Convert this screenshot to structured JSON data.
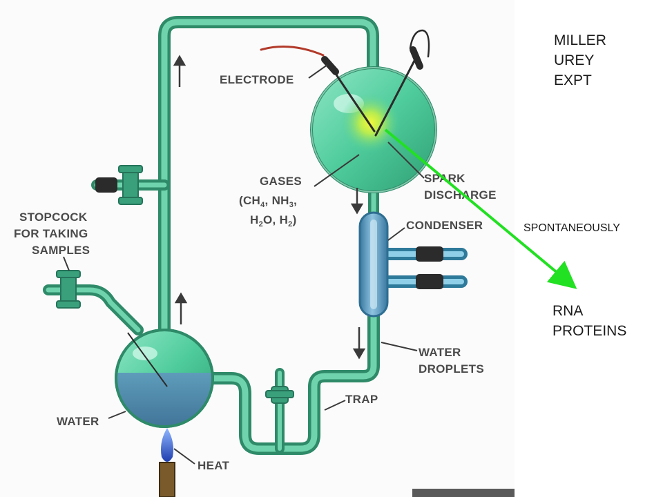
{
  "labels": {
    "electrode": "ELECTRODE",
    "gases": "GASES",
    "gases_line2_a": "(CH",
    "gases_line2_sub1": "4",
    "gases_line2_b": ", NH",
    "gases_line2_sub2": "3",
    "gases_line2_c": ",",
    "gases_line3_a": "H",
    "gases_line3_sub1": "2",
    "gases_line3_b": "O, H",
    "gases_line3_sub2": "2",
    "gases_line3_c": ")",
    "spark_line1": "SPARK",
    "spark_line2": "DISCHARGE",
    "stopcock_line1": "STOPCOCK",
    "stopcock_line2": "FOR TAKING",
    "stopcock_line3": "SAMPLES",
    "condenser": "CONDENSER",
    "water_droplets_line1": "WATER",
    "water_droplets_line2": "DROPLETS",
    "trap": "TRAP",
    "water": "WATER",
    "heat": "HEAT"
  },
  "notes": {
    "title_line1": "MILLER",
    "title_line2": "UREY",
    "title_line3": "EXPT",
    "spontaneously": "SPONTANEOUSLY",
    "result_line1": "RNA",
    "result_line2": "PROTEINS"
  },
  "colors": {
    "tube": "#3aa07c",
    "tube_highlight": "#9fe3c4",
    "flask_top": "#58d2a8",
    "water_fill": "#4f86a8",
    "spark": "#e8f23a",
    "green_arrow": "#22e022",
    "label_text": "#4a4a4a"
  }
}
